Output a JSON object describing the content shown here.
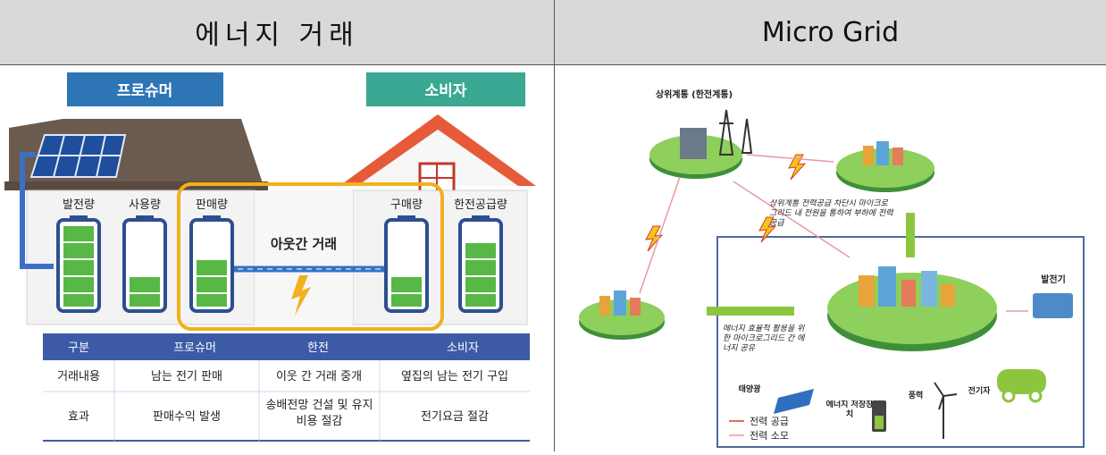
{
  "headers": {
    "left": "에너지 거래",
    "right": "Micro Grid"
  },
  "energy_trade": {
    "prosumer_label": "프로슈머",
    "consumer_label": "소비자",
    "batteries": [
      "발전량",
      "사용량",
      "판매량",
      "구매량",
      "한전공급량"
    ],
    "neighbor_trade": "아웃간 거래",
    "table": {
      "headers": [
        "구분",
        "프로슈머",
        "한전",
        "소비자"
      ],
      "rows": [
        [
          "거래내용",
          "남는 전기 판매",
          "이웃 간 거래 중개",
          "옆집의 남는 전기 구입"
        ],
        [
          "효과",
          "판매수익 발생",
          "송배전망 건설 및 유지비용 절감",
          "전기요금 절감"
        ]
      ]
    }
  },
  "micro_grid": {
    "grid_label": "상위계통 (한전계통)",
    "blackout_note": "상위계통 전력공급 차단시 마이크로그리드 내 전원을 통하여 부하에 전력 공급",
    "share_note": "에너지 효율적 활용을 위한 마이크로그리드 간 에너지 공유",
    "generator": "발전기",
    "solar": "태양광",
    "storage": "에너지 저장장치",
    "wind": "풍력",
    "ev": "전기자",
    "legend_supply": "전력 공급",
    "legend_consume": "전력 소모"
  }
}
